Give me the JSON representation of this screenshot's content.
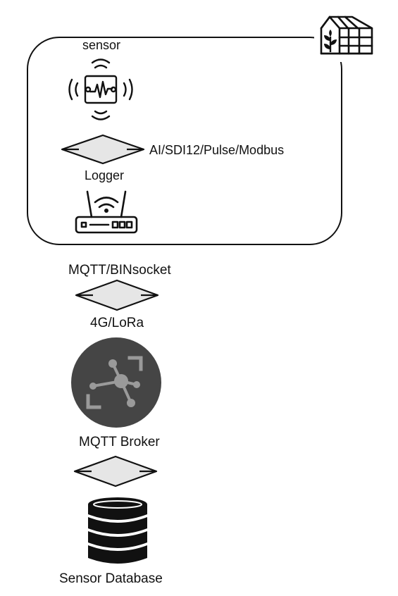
{
  "diagram": {
    "sensor_label": "sensor",
    "sensor_interface": "AI/SDI12/Pulse/Modbus",
    "logger_label": "Logger",
    "transport_protocol": "MQTT/BINsocket",
    "network_link": "4G/LoRa",
    "broker_label": "MQTT Broker",
    "database_label": "Sensor Database"
  },
  "icons": {
    "greenhouse": "greenhouse-icon",
    "sensor": "vibration-sensor-icon",
    "router": "wifi-router-icon",
    "broker": "mqtt-broker-icon",
    "database": "database-icon",
    "link": "bidirectional-arrow-icon"
  },
  "colors": {
    "stroke": "#111111",
    "diamond_fill": "#e6e6e6",
    "broker_bg": "#454545",
    "broker_icon": "#9a9a9a"
  }
}
